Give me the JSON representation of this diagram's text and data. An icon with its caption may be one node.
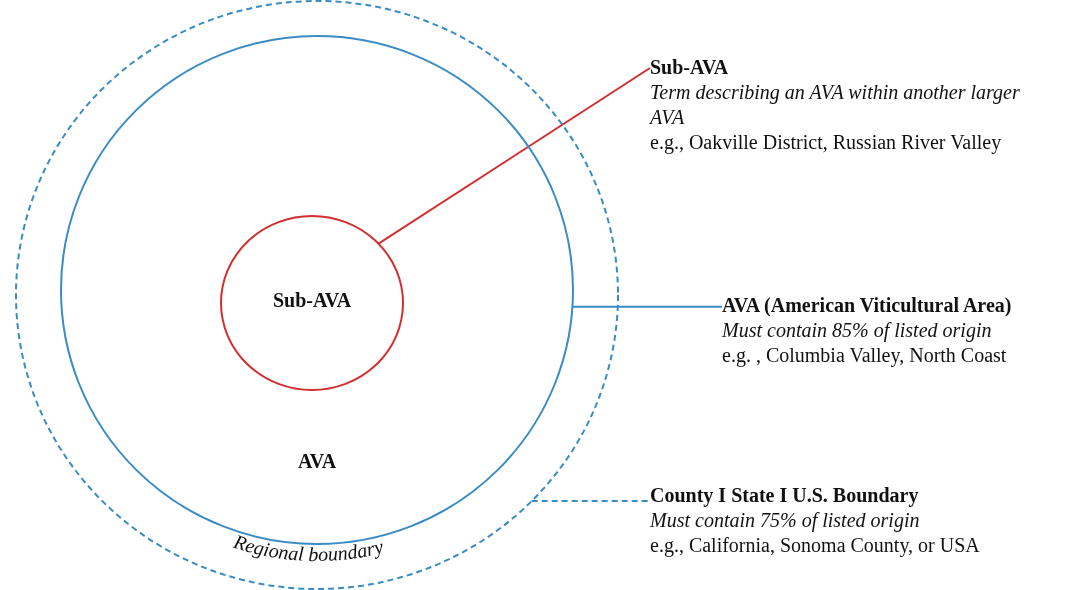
{
  "diagram": {
    "nodes": [
      {
        "text": [
          "Regional boundary"
        ]
      },
      {
        "text": [
          "AVA"
        ],
        "in": 0
      },
      {
        "text": [
          "Sub-AVA"
        ],
        "in": 1
      },
      {
        "text": [
          "Sub-AVA",
          "Term describing an AVA within another larger AVA",
          "e.g., Oakville District, Russian River Valley"
        ]
      },
      {
        "text": [
          "AVA (American Viticultural Area)",
          "Must contain 85% of listed origin",
          "e.g. , Columbia Valley, North Coast"
        ]
      },
      {
        "text": [
          "County I State I U.S. Boundary",
          "Must contain 75% of listed origin",
          "e.g., California, Sonoma County, or USA"
        ]
      }
    ],
    "edges": [
      {
        "from": 2,
        "to": 3,
        "arrow": "none",
        "color": "#d03030"
      },
      {
        "from": 1,
        "to": 4,
        "arrow": "none",
        "color": "#3a8cc4"
      },
      {
        "from": 0,
        "to": 5,
        "arrow": "none",
        "style": "dashed",
        "color": "#3a8cc4"
      }
    ]
  }
}
